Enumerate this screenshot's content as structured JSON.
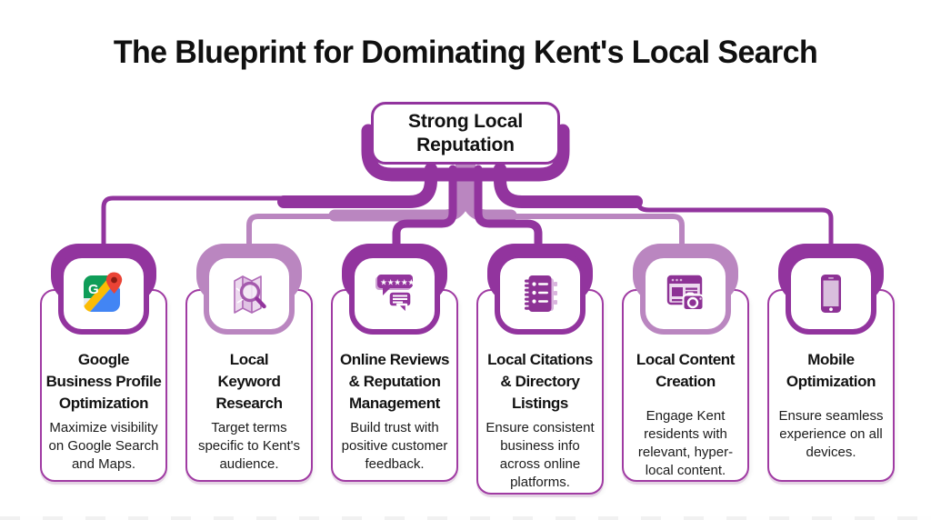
{
  "page_title": "The Blueprint for Dominating Kent's Local Search",
  "root_node": {
    "label": "Strong Local\nReputation"
  },
  "colors": {
    "dark_purple": "#92349e",
    "mauve": "#ba86c0",
    "card_border": "#a03ba3",
    "title_text": "#101010",
    "body_text": "#1a1a1a"
  },
  "cards": [
    {
      "tone": "dark",
      "icon": "google-maps-icon",
      "title": "Google\nBusiness Profile\nOptimization",
      "body": "Maximize visibility on Google Search and Maps."
    },
    {
      "tone": "mauve",
      "icon": "map-magnifier-icon",
      "title": "Local\nKeyword\nResearch",
      "body": "Target terms specific to Kent's audience."
    },
    {
      "tone": "dark",
      "icon": "review-stars-chat-icon",
      "title": "Online Reviews\n& Reputation\nManagement",
      "body": "Build trust with positive customer feedback."
    },
    {
      "tone": "dark",
      "icon": "directory-notebook-icon",
      "title": "Local Citations\n& Directory\nListings",
      "body": "Ensure consistent business info across online platforms."
    },
    {
      "tone": "mauve",
      "icon": "webpage-camera-icon",
      "title": "Local Content\nCreation",
      "body": "Engage Kent residents with relevant, hyper-local content."
    },
    {
      "tone": "dark",
      "icon": "smartphone-icon",
      "title": "Mobile\nOptimization",
      "body": "Ensure seamless experience on all devices."
    }
  ]
}
